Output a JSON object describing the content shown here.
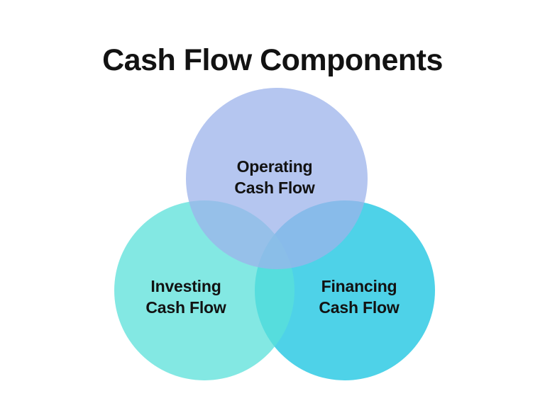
{
  "page": {
    "background_color": "#ffffff"
  },
  "header": {
    "title": "Cash Flow Components",
    "title_color": "#121212"
  },
  "venn": {
    "type": "venn-diagram",
    "label_color": "#121212",
    "fill_opacity": 0.75,
    "circles": [
      {
        "id": "operating",
        "label": "Operating Cash Flow",
        "line1": "Operating",
        "line2": "Cash Flow",
        "fill_base_color": "#9cb3eb",
        "visible_solo_color": "#b5c6f0",
        "position": "top"
      },
      {
        "id": "investing",
        "label": "Investing Cash Flow",
        "line1": "Investing",
        "line2": "Cash Flow",
        "fill_base_color": "#5ae0da",
        "visible_solo_color": "#83e8e3",
        "position": "bottom-left"
      },
      {
        "id": "financing",
        "label": "Financing Cash Flow",
        "line1": "Financing",
        "line2": "Cash Flow",
        "fill_base_color": "#13c3e0",
        "visible_solo_color": "#4ed2e8",
        "position": "bottom-right"
      }
    ]
  }
}
